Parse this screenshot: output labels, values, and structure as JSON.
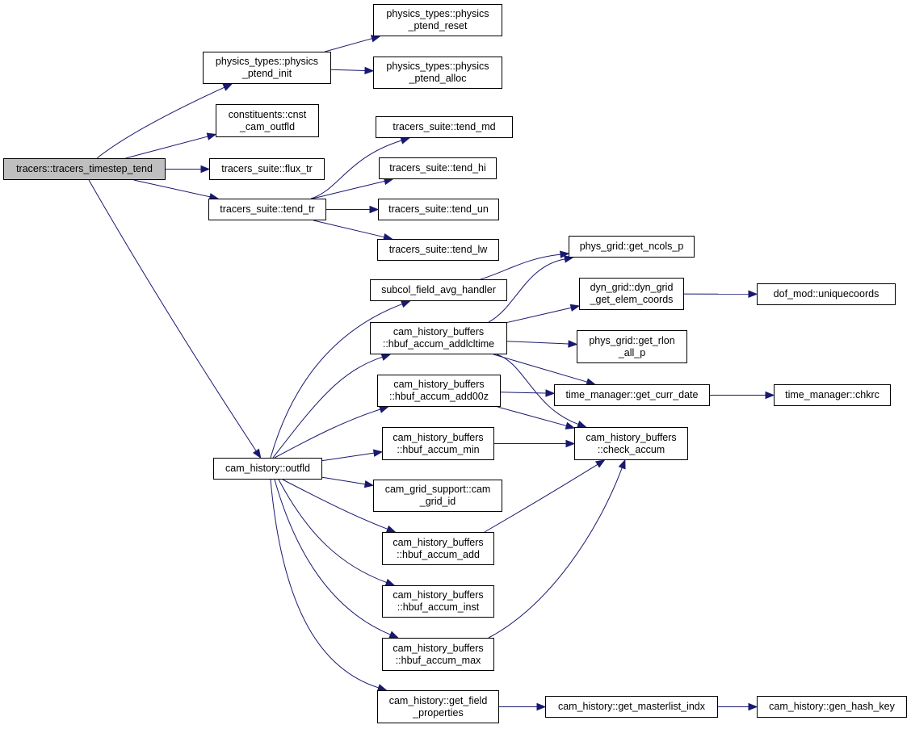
{
  "colors": {
    "edge": "#191970",
    "root_fill": "#bfbfbf",
    "node_fill": "#ffffff",
    "border": "#000000"
  },
  "nodes": {
    "root": {
      "lines": [
        "tracers::tracers_timestep_tend"
      ]
    },
    "ptend_init": {
      "lines": [
        "physics_types::physics",
        "_ptend_init"
      ]
    },
    "ptend_reset": {
      "lines": [
        "physics_types::physics",
        "_ptend_reset"
      ]
    },
    "ptend_alloc": {
      "lines": [
        "physics_types::physics",
        "_ptend_alloc"
      ]
    },
    "cnst_cam_outfld": {
      "lines": [
        "constituents::cnst",
        "_cam_outfld"
      ]
    },
    "flux_tr": {
      "lines": [
        "tracers_suite::flux_tr"
      ]
    },
    "tend_md": {
      "lines": [
        "tracers_suite::tend_md"
      ]
    },
    "tend_hi": {
      "lines": [
        "tracers_suite::tend_hi"
      ]
    },
    "tend_tr": {
      "lines": [
        "tracers_suite::tend_tr"
      ]
    },
    "tend_un": {
      "lines": [
        "tracers_suite::tend_un"
      ]
    },
    "tend_lw": {
      "lines": [
        "tracers_suite::tend_lw"
      ]
    },
    "get_ncols_p": {
      "lines": [
        "phys_grid::get_ncols_p"
      ]
    },
    "subcol_handler": {
      "lines": [
        "subcol_field_avg_handler"
      ]
    },
    "dyn_grid_coords": {
      "lines": [
        "dyn_grid::dyn_grid",
        "_get_elem_coords"
      ]
    },
    "uniquecoords": {
      "lines": [
        "dof_mod::uniquecoords"
      ]
    },
    "addlcltime": {
      "lines": [
        "cam_history_buffers",
        "::hbuf_accum_addlcltime"
      ]
    },
    "get_rlon": {
      "lines": [
        "phys_grid::get_rlon",
        "_all_p"
      ]
    },
    "add00z": {
      "lines": [
        "cam_history_buffers",
        "::hbuf_accum_add00z"
      ]
    },
    "get_curr_date": {
      "lines": [
        "time_manager::get_curr_date"
      ]
    },
    "chkrc": {
      "lines": [
        "time_manager::chkrc"
      ]
    },
    "accum_min": {
      "lines": [
        "cam_history_buffers",
        "::hbuf_accum_min"
      ]
    },
    "check_accum": {
      "lines": [
        "cam_history_buffers",
        "::check_accum"
      ]
    },
    "outfld": {
      "lines": [
        "cam_history::outfld"
      ]
    },
    "cam_grid_id": {
      "lines": [
        "cam_grid_support::cam",
        "_grid_id"
      ]
    },
    "accum_add": {
      "lines": [
        "cam_history_buffers",
        "::hbuf_accum_add"
      ]
    },
    "accum_inst": {
      "lines": [
        "cam_history_buffers",
        "::hbuf_accum_inst"
      ]
    },
    "accum_max": {
      "lines": [
        "cam_history_buffers",
        "::hbuf_accum_max"
      ]
    },
    "get_field_props": {
      "lines": [
        "cam_history::get_field",
        "_properties"
      ]
    },
    "masterlist_indx": {
      "lines": [
        "cam_history::get_masterlist_indx"
      ]
    },
    "gen_hash_key": {
      "lines": [
        "cam_history::gen_hash_key"
      ]
    }
  },
  "edges": [
    [
      "root",
      "ptend_init"
    ],
    [
      "ptend_init",
      "ptend_reset"
    ],
    [
      "ptend_init",
      "ptend_alloc"
    ],
    [
      "root",
      "cnst_cam_outfld"
    ],
    [
      "root",
      "flux_tr"
    ],
    [
      "root",
      "tend_tr"
    ],
    [
      "root",
      "outfld"
    ],
    [
      "tend_tr",
      "tend_md"
    ],
    [
      "tend_tr",
      "tend_hi"
    ],
    [
      "tend_tr",
      "tend_un"
    ],
    [
      "tend_tr",
      "tend_lw"
    ],
    [
      "subcol_handler",
      "get_ncols_p"
    ],
    [
      "addlcltime",
      "get_ncols_p"
    ],
    [
      "addlcltime",
      "dyn_grid_coords"
    ],
    [
      "addlcltime",
      "get_rlon"
    ],
    [
      "addlcltime",
      "get_curr_date"
    ],
    [
      "addlcltime",
      "check_accum"
    ],
    [
      "dyn_grid_coords",
      "uniquecoords"
    ],
    [
      "add00z",
      "get_curr_date"
    ],
    [
      "add00z",
      "check_accum"
    ],
    [
      "get_curr_date",
      "chkrc"
    ],
    [
      "accum_min",
      "check_accum"
    ],
    [
      "accum_add",
      "check_accum"
    ],
    [
      "accum_max",
      "check_accum"
    ],
    [
      "outfld",
      "subcol_handler"
    ],
    [
      "outfld",
      "addlcltime"
    ],
    [
      "outfld",
      "add00z"
    ],
    [
      "outfld",
      "accum_min"
    ],
    [
      "outfld",
      "cam_grid_id"
    ],
    [
      "outfld",
      "accum_add"
    ],
    [
      "outfld",
      "accum_inst"
    ],
    [
      "outfld",
      "accum_max"
    ],
    [
      "outfld",
      "get_field_props"
    ],
    [
      "get_field_props",
      "masterlist_indx"
    ],
    [
      "masterlist_indx",
      "gen_hash_key"
    ]
  ]
}
